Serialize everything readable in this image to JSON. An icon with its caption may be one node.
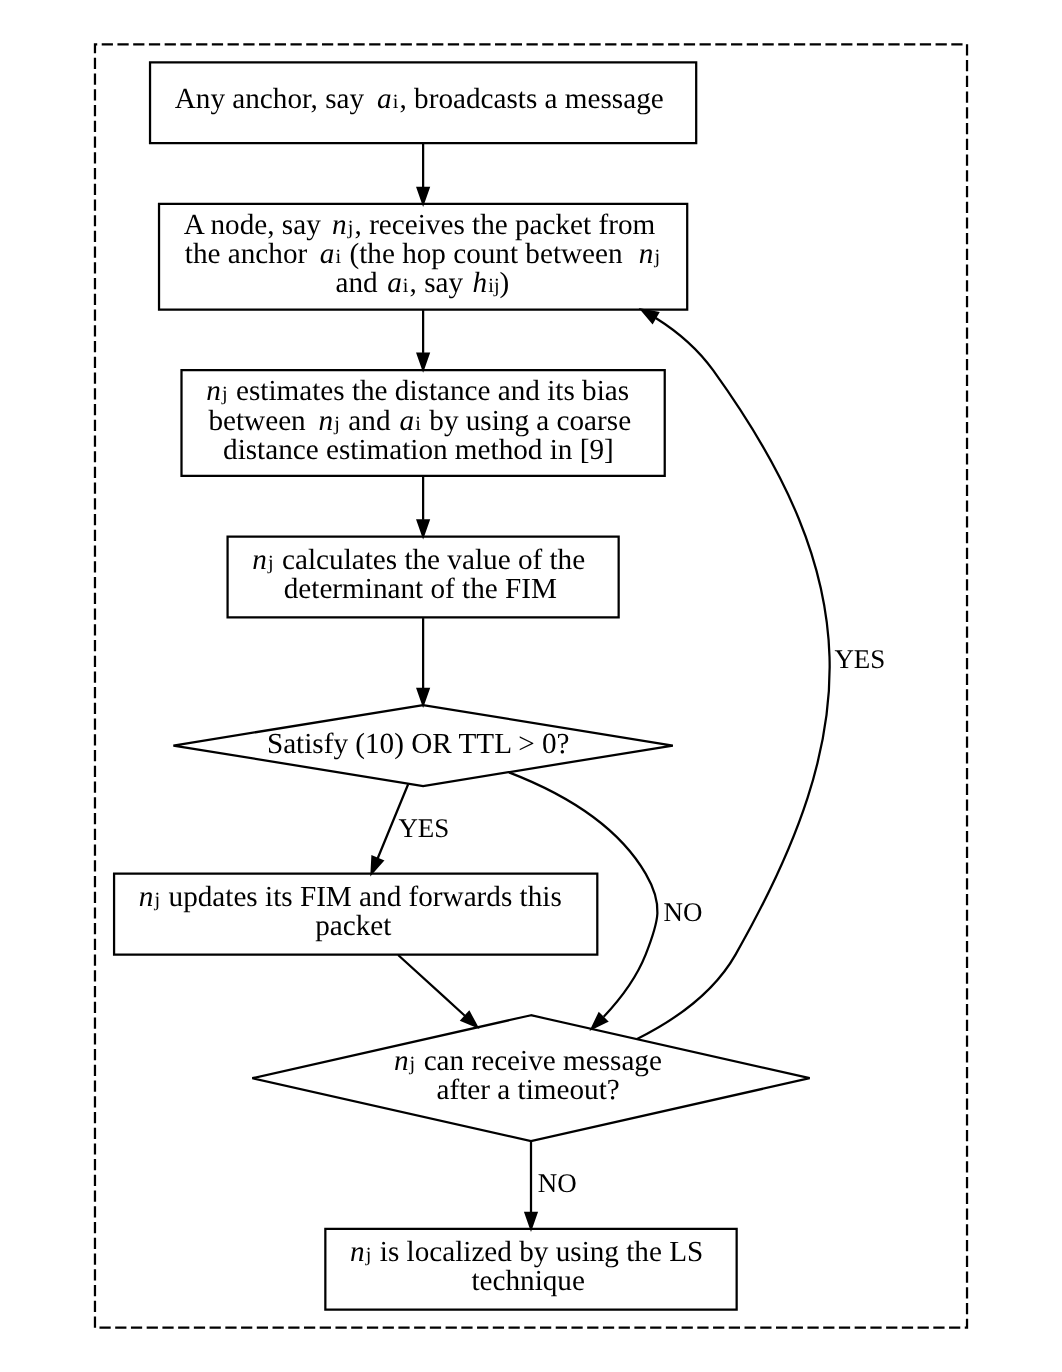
{
  "diagram": {
    "nodes": [
      {
        "text": [],
        "shape": "box"
      },
      {
        "text": [
          "Any anchor, say *a*$_{i}$, broadcasts a message"
        ],
        "in": 0
      },
      {
        "text": [
          "A node, say *n*$_{j}$, receives the packet from the anchor *a*$_{i}$ (the hop count between *n*$_{j}$ and *a*$_{i}$, say *h*$_{ij}$)"
        ],
        "in": 0
      },
      {
        "text": [
          "*n*$_{j}$ estimates the distance and its bias between *n*$_{j}$ and *a*$_{i}$ by using a coarse distance estimation method in [9]"
        ],
        "in": 0
      },
      {
        "text": [
          "*n*$_{j}$ calculates the value of the determinant of the FIM"
        ],
        "in": 0
      },
      {
        "text": [
          "Satisfy (10) OR TTL > 0?"
        ],
        "in": 0
      },
      {
        "text": [
          "*n*$_{j}$ updates its FIM and forwards this packet"
        ],
        "in": 0
      },
      {
        "text": [
          "*n*$_{j}$ can receive message after a timeout?"
        ],
        "in": 0
      },
      {
        "text": [
          "*n*$_{j}$ is localized by using the LS technique"
        ],
        "in": 0
      }
    ],
    "edges": [
      {
        "from": 1,
        "to": 2,
        "arrow": "to"
      },
      {
        "from": 2,
        "to": 3,
        "arrow": "to"
      },
      {
        "from": 3,
        "to": 4,
        "arrow": "to"
      },
      {
        "from": 4,
        "to": 5,
        "arrow": "to"
      },
      {
        "from": 5,
        "to": 6,
        "arrow": "to",
        "label": "YES"
      },
      {
        "from": 5,
        "to": 7,
        "arrow": "to",
        "label": "NO"
      },
      {
        "from": 6,
        "to": 7,
        "arrow": "to"
      },
      {
        "from": 7,
        "to": 2,
        "arrow": "to",
        "label": "YES"
      },
      {
        "from": 7,
        "to": 8,
        "arrow": "to",
        "label": "NO"
      }
    ]
  }
}
